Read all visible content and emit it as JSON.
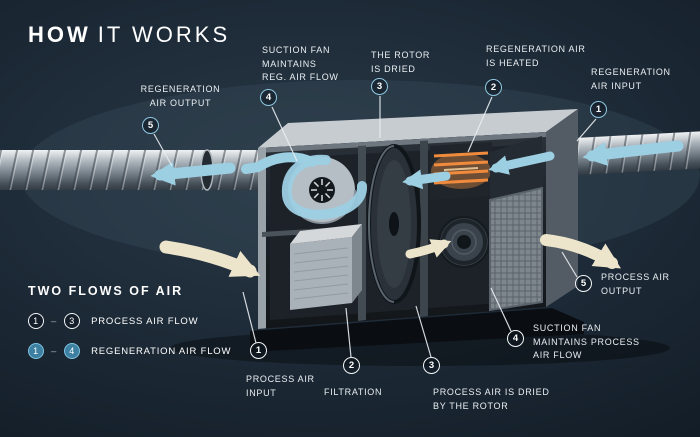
{
  "title": {
    "emph": "HOW",
    "rest": "IT WORKS"
  },
  "callouts": {
    "regeneration": [
      {
        "num": "1",
        "label": "REGENERATION\nAIR INPUT"
      },
      {
        "num": "2",
        "label": "REGENERATION AIR\nIS HEATED"
      },
      {
        "num": "3",
        "label": "THE ROTOR\nIS DRIED"
      },
      {
        "num": "4",
        "label": "SUCTION FAN\nMAINTAINS\nREG. AIR FLOW"
      },
      {
        "num": "5",
        "label": "REGENERATION\nAIR OUTPUT"
      }
    ],
    "process": [
      {
        "num": "1",
        "label": "PROCESS AIR\nINPUT"
      },
      {
        "num": "2",
        "label": "FILTRATION"
      },
      {
        "num": "3",
        "label": "PROCESS AIR IS DRIED\nBY THE ROTOR"
      },
      {
        "num": "4",
        "label": "SUCTION FAN\nMAINTAINS PROCESS\nAIR FLOW"
      },
      {
        "num": "5",
        "label": "PROCESS AIR\nOUTPUT"
      }
    ]
  },
  "legend": {
    "title": "TWO FLOWS OF AIR",
    "dash": "–",
    "rows": [
      {
        "from": "1",
        "to": "3",
        "label": "PROCESS AIR FLOW",
        "type": "process"
      },
      {
        "from": "1",
        "to": "4",
        "label": "REGENERATION AIR FLOW",
        "type": "regeneration"
      }
    ]
  },
  "colors": {
    "background": "#1d2a37",
    "regeneration_air": "#9dcfe3",
    "process_air": "#ece4cb",
    "heater_glow": "#f08a3c",
    "text": "#ffffff",
    "legend_regeneration_circle": "#7fc4e0"
  }
}
